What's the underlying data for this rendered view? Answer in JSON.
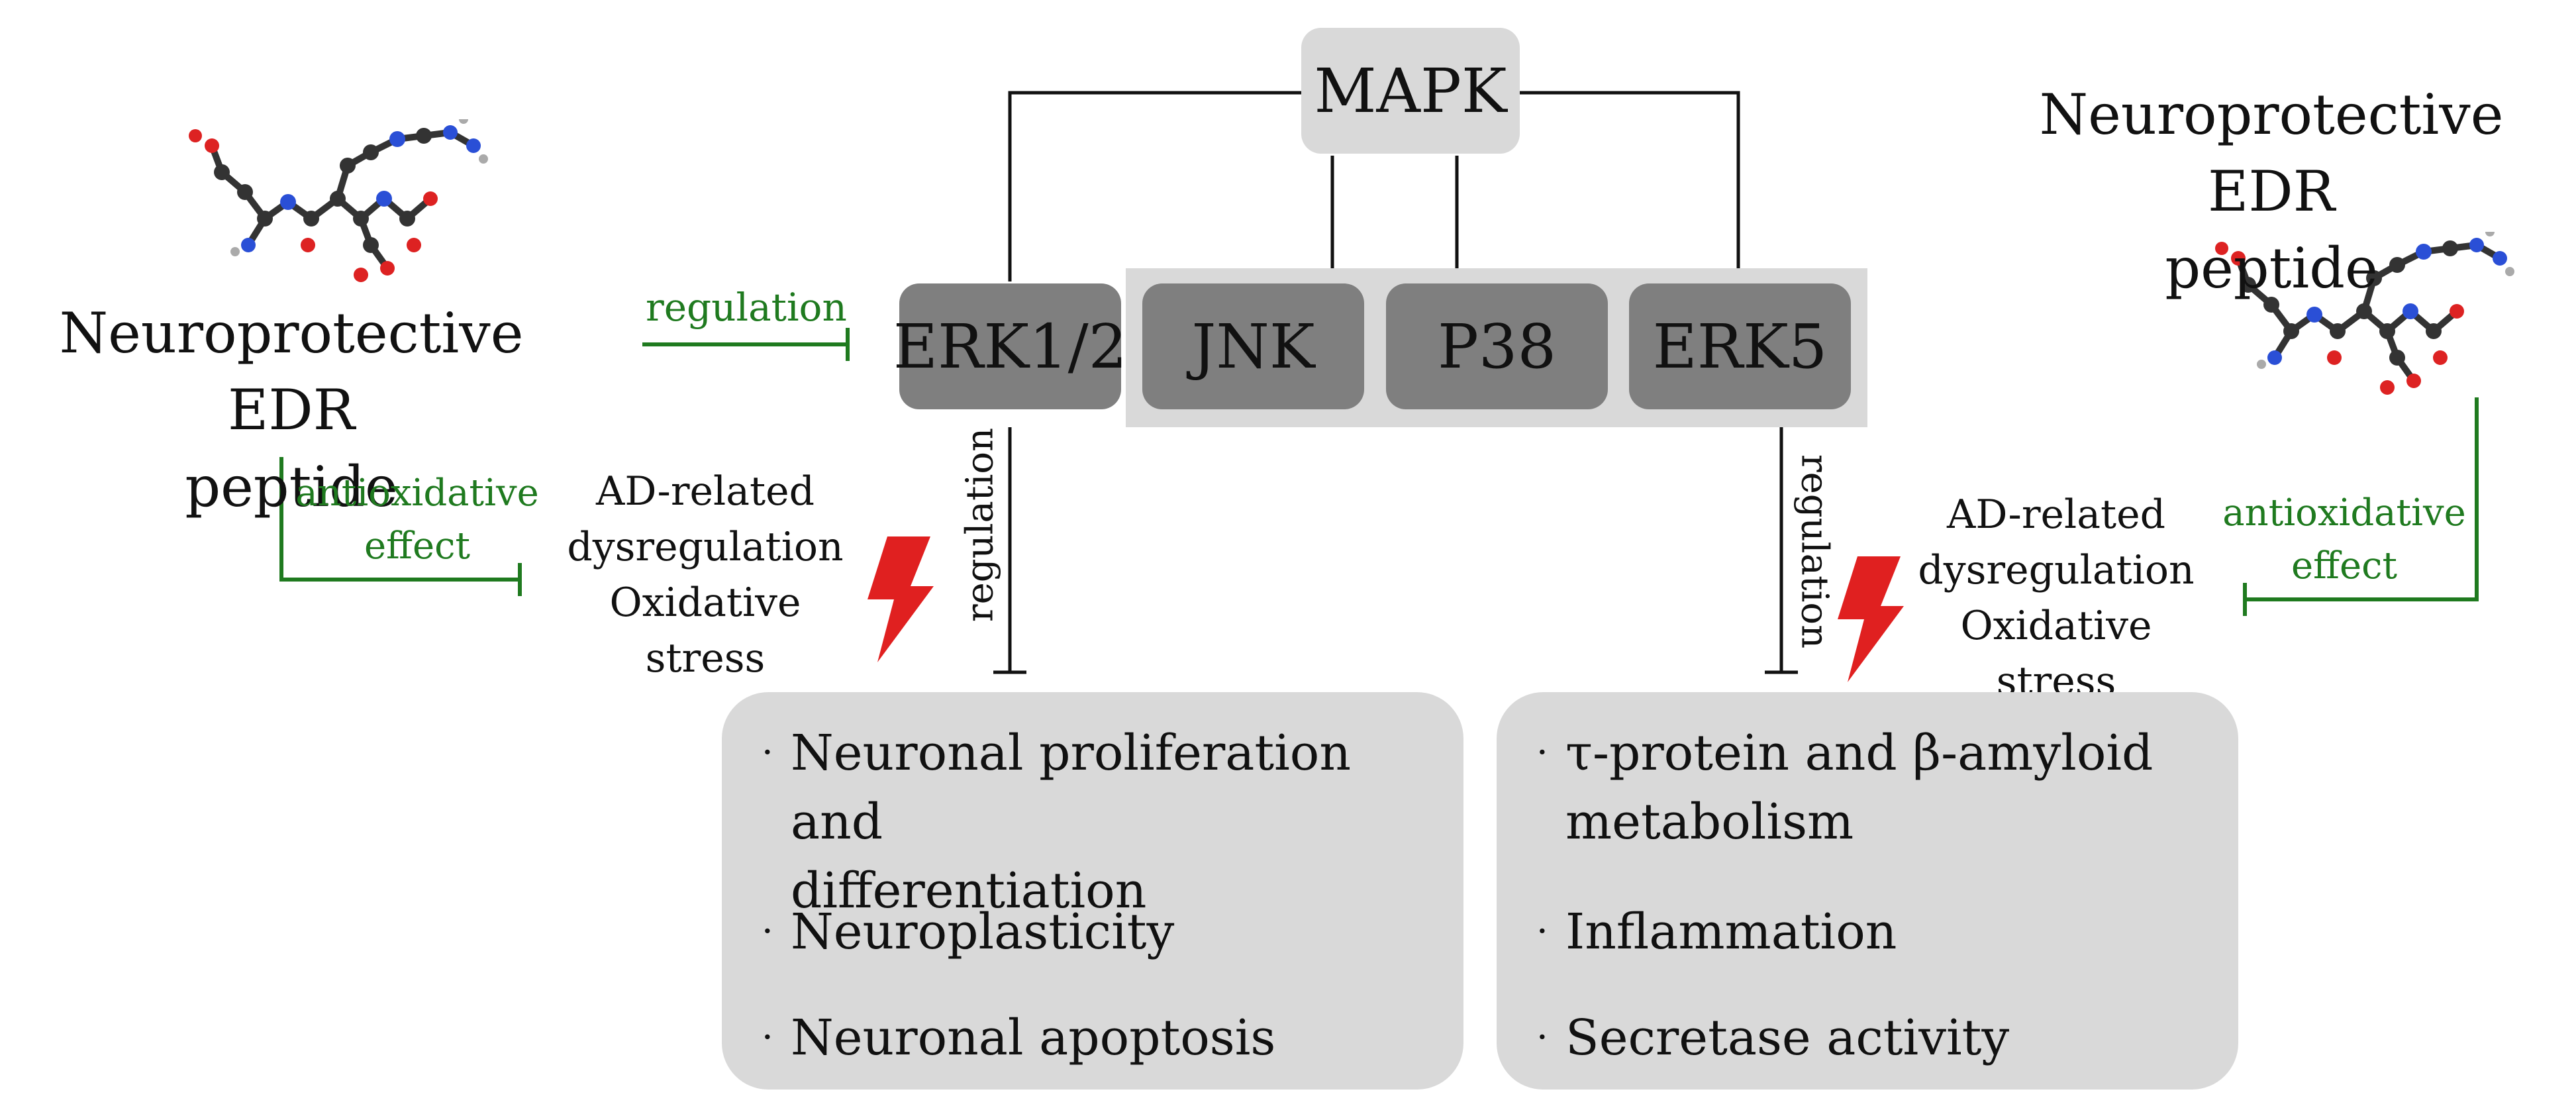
{
  "pathway": {
    "root": "MAPK",
    "kinases": [
      "ERK1/2",
      "JNK",
      "P38",
      "ERK5"
    ]
  },
  "left": {
    "peptide_title_line1": "Neuroprotective EDR",
    "peptide_title_line2": "peptide",
    "regulation_label": "regulation",
    "antioxidative_line1": "antioxidative",
    "antioxidative_line2": "effect",
    "stress_line1": "AD-related",
    "stress_line2": "dysregulation",
    "stress_line3": "Oxidative stress",
    "vertical_regulation": "regulation",
    "outcomes": [
      {
        "line1": "Neuronal proliferation and",
        "line2": "differentiation"
      },
      {
        "line1": "Neuroplasticity"
      },
      {
        "line1": "Neuronal apoptosis"
      }
    ]
  },
  "right": {
    "peptide_title_line1": "Neuroprotective EDR",
    "peptide_title_line2": "peptide",
    "antioxidative_line1": "antioxidative",
    "antioxidative_line2": "effect",
    "stress_line1": "AD-related",
    "stress_line2": "dysregulation",
    "stress_line3": "Oxidative stress",
    "vertical_regulation": "regulation",
    "outcomes": [
      {
        "line1": "τ-protein and β-amyloid",
        "line2": "metabolism"
      },
      {
        "line1": "Inflammation"
      },
      {
        "line1": "Secretase activity"
      }
    ]
  },
  "bullet_symbol": "·",
  "colors": {
    "green_arrow": "#1f7a1f",
    "lightning": "#e02020",
    "node_dark": "#7f7f7f",
    "node_light": "#d9d9d9"
  },
  "icons": {
    "molecule": "edr-peptide-molecule-icon",
    "lightning": "lightning-bolt-icon"
  }
}
